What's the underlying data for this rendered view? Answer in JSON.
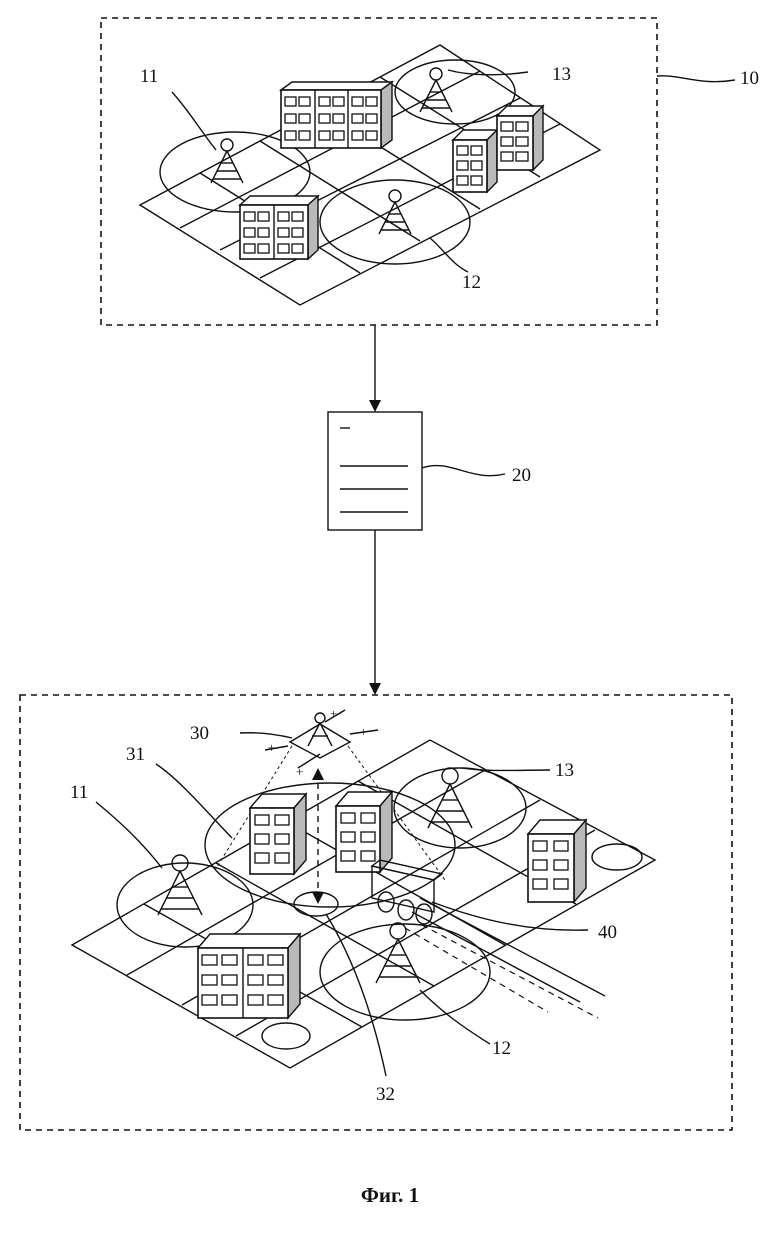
{
  "figure": {
    "caption": "Фиг. 1",
    "labels": {
      "top_block": "10",
      "tower_a": "11",
      "tower_b": "12",
      "tower_c": "13",
      "document": "20",
      "drone": "30",
      "coverage_drone": "31",
      "landing_zone": "32",
      "vehicle": "40",
      "tower_a_bottom": "11",
      "tower_b_bottom": "12",
      "tower_c_bottom": "13"
    }
  }
}
